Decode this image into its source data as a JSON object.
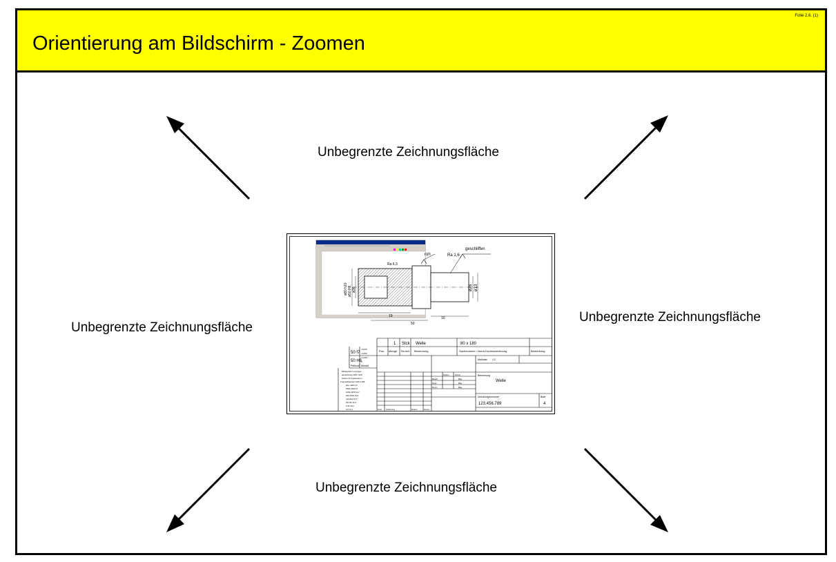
{
  "slide": {
    "title": "Orientierung am Bildschirm - Zoomen",
    "folie_label": "Folie 2.6. (1)",
    "header_color": "#ffff00"
  },
  "labels": {
    "top": "Unbegrenzte Zeichnungsfläche",
    "left": "Unbegrenzte Zeichnungsfläche",
    "right": "Unbegrenzte Zeichnungsfläche",
    "bottom": "Unbegrenzte Zeichnungsfläche"
  },
  "arrows": {
    "icons": [
      "arrow-up-left-icon",
      "arrow-up-right-icon",
      "arrow-down-left-icon",
      "arrow-down-right-icon"
    ]
  },
  "drawing": {
    "surface": {
      "roh": "roh",
      "ra_roh": "Ra 6,3",
      "ra_geschliffen": "Ra 1,6",
      "geschliffen": "geschliffen",
      "dim_19": "19",
      "dim_50": "50",
      "dim_10": "10",
      "dim_left_1": "ø80 h10",
      "dim_left_2": "ø50 H6",
      "dim_left_3": "ø36",
      "dim_right_1": "ø28",
      "dim_right_2": "ø13"
    },
    "title_block": {
      "row1_pos": "1",
      "row1_unit": "Stck",
      "row1_name": "Welle",
      "row1_size": "80 x 180",
      "hdr_pos": "Pos.",
      "hdr_menge": "Menge",
      "hdr_einheit": "Ein-heit",
      "hdr_benennung": "Benennung",
      "hdr_sachnummer": "Sachnummer / Norm-Kurzbezeichnung",
      "hdr_bemerkung": "Bemerkung",
      "fit_1": "50 f7",
      "fit_1a": "-0,025",
      "fit_1b": "-0,050",
      "fit_2": "50 H6",
      "fit_2a": "+0,016",
      "fit_2b": "0",
      "passmass": "Paßmaß",
      "abmass": "Abmaß",
      "massstab_label": "Maßstab",
      "massstab_value": "1:2",
      "datum": "Datum",
      "name": "Name",
      "bearb": "Bearb.",
      "gepr": "Gepr.",
      "norm": "Norm",
      "name_1": "Bsp.",
      "name_2": "Bsp.",
      "name_3": "Bsp.",
      "benennung_label": "Benennung",
      "benennung_value": "Welle",
      "zeichnungsnummer_label": "Zeichnungsnummer",
      "zeichnungsnummer_value": "123.456.789",
      "blatt_label": "Blatt",
      "blatt_value": "4",
      "zust": "Zust.",
      "aenderung": "Änderung",
      "datum_2": "Datum",
      "name_4": "Name",
      "tol_1": "Mittelgrober und ager",
      "tol_2": "abweichung DIN 7168",
      "tol_3": "Kanten 0,5 gebrochen",
      "tol_4": "Freimaßtoleranz DIN 7168",
      "tol_rows": [
        "über 4000  ±3",
        "2000-4000  ±2",
        "1000-2000  ±1,2",
        "400-1000  ±0,8",
        "120-400  ±0,5",
        "30-120  ±0,3",
        "6-30  ±0,2",
        "0-6  ±0,1"
      ]
    }
  }
}
